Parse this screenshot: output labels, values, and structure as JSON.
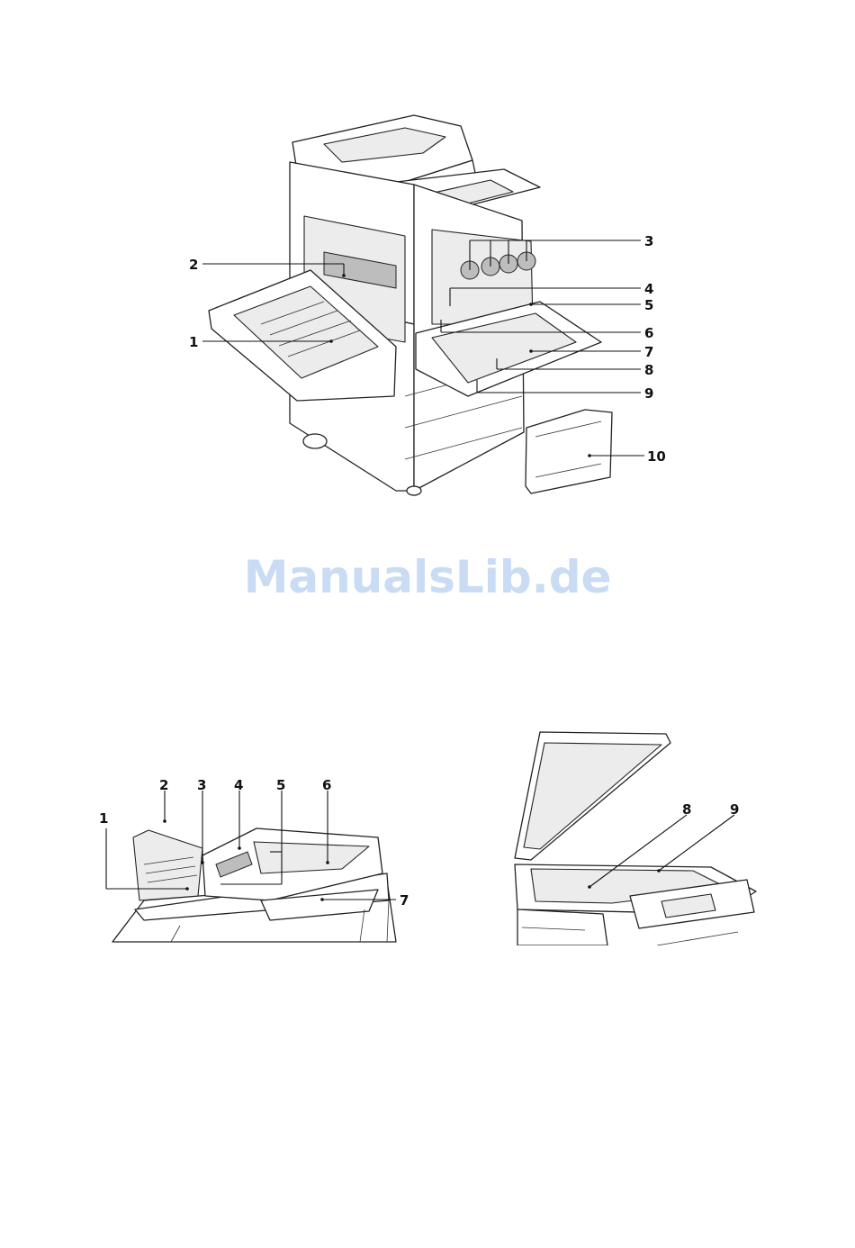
{
  "watermark": "ManualsLib.de",
  "figure_main": {
    "callouts": [
      "1",
      "2",
      "3",
      "4",
      "5",
      "6",
      "7",
      "8",
      "9",
      "10"
    ]
  },
  "figure_adf": {
    "callouts": [
      "1",
      "2",
      "3",
      "4",
      "5",
      "6",
      "7"
    ]
  },
  "figure_glass": {
    "callouts": [
      "8",
      "9"
    ]
  }
}
